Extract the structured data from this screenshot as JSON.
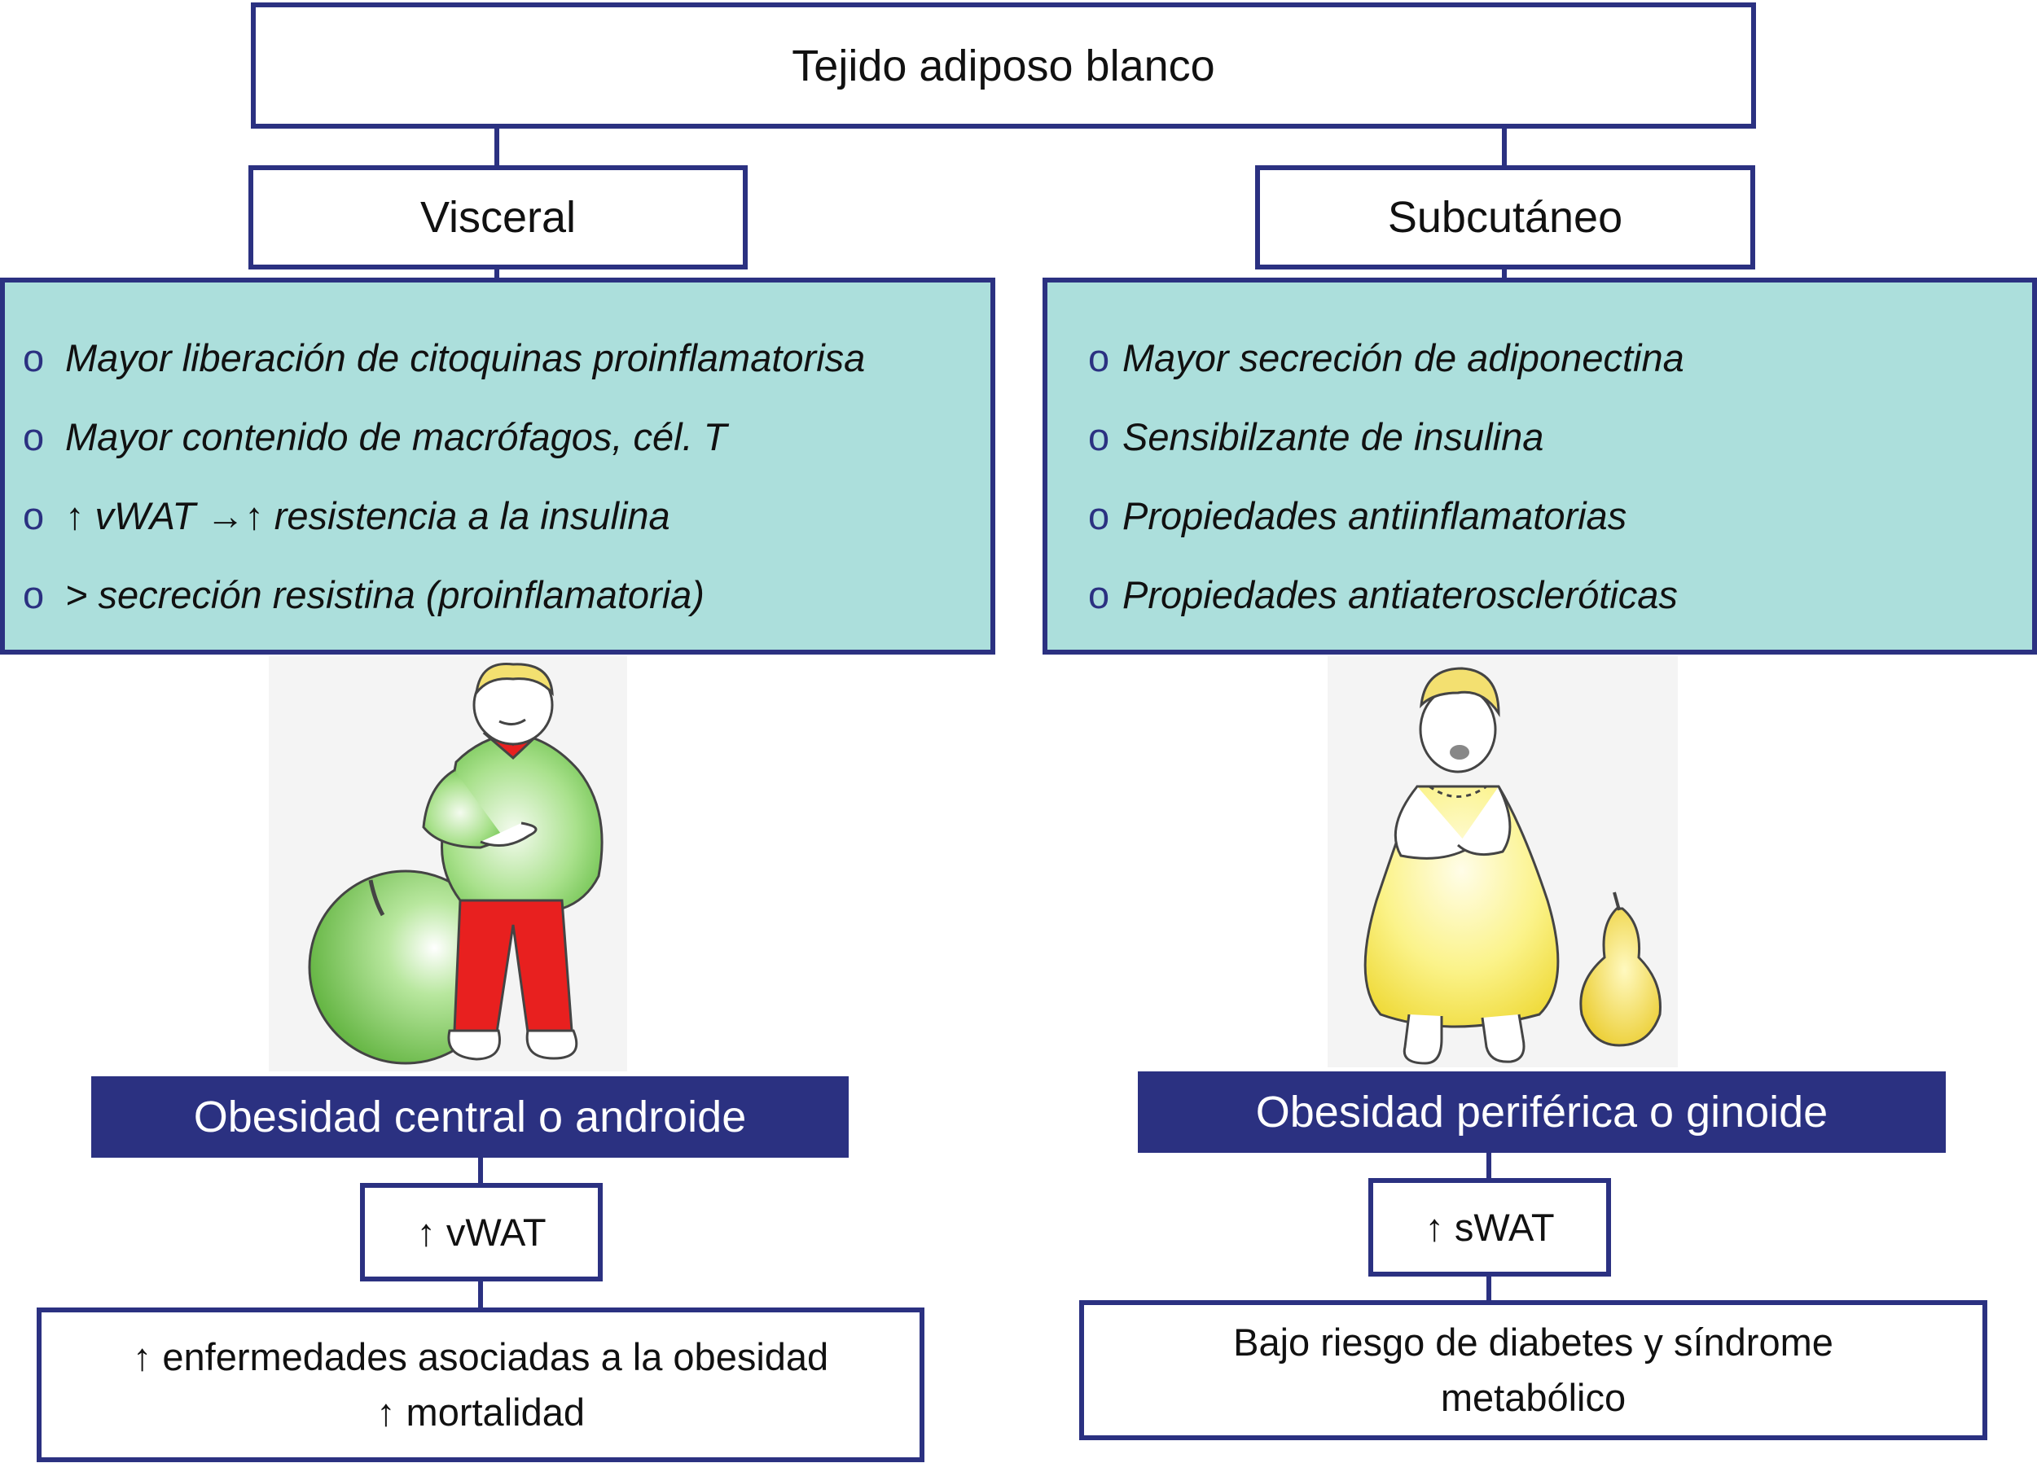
{
  "root": {
    "label": "Tejido adiposo blanco"
  },
  "visceral": {
    "label": "Visceral",
    "items": [
      "Mayor liberación de citoquinas proinflamatorisa",
      "Mayor contenido de macrófagos, cél. T",
      "↑ vWAT →↑ resistencia a la insulina",
      "> secreción resistina (proinflamatoria)"
    ],
    "obesity_type": "Obesidad central o androide",
    "marker": "↑ vWAT",
    "outcome_line1": "↑ enfermedades asociadas a la obesidad",
    "outcome_line2": "↑ mortalidad"
  },
  "subcutaneo": {
    "label": "Subcutáneo",
    "items": [
      "Mayor secreción de adiponectina",
      "Sensibilzante de insulina",
      "Propiedades antiinflamatorias",
      "Propiedades antiateroscleróticas"
    ],
    "obesity_type": "Obesidad periférica o ginoide",
    "marker": "↑ sWAT",
    "outcome_line1": "Bajo riesgo de diabetes y síndrome",
    "outcome_line2": "metabólico"
  },
  "bullet_symbol": "o",
  "colors": {
    "border": "#2b3181",
    "panel": "#acdfdc",
    "banner": "#2b3181",
    "apple": "#8fd66b",
    "pear": "#f2e24a",
    "pants": "#e8201f"
  },
  "icons": [
    "apple-man-figure",
    "apple-icon",
    "pear-woman-figure",
    "pear-icon"
  ]
}
